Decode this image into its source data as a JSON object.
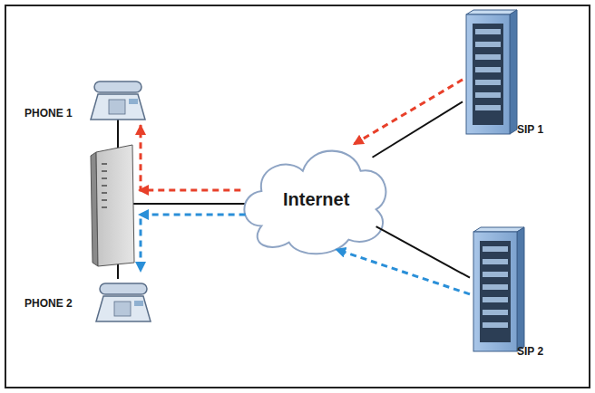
{
  "diagram": {
    "nodes": [
      {
        "text": [
          "PHONE 1"
        ]
      },
      {
        "text": [
          "SIP 1"
        ]
      },
      {
        "text": [
          "Internet"
        ]
      },
      {
        "text": [
          "PHONE 2"
        ]
      },
      {
        "text": [
          "SIP 2"
        ]
      }
    ],
    "edges": [
      {
        "from": 1,
        "to": 2,
        "arrow": "none"
      },
      {
        "from": 4,
        "to": 2,
        "arrow": "none"
      },
      {
        "from": 1,
        "to": 2,
        "arrow": "to"
      },
      {
        "from": 4,
        "to": 2,
        "arrow": "to"
      },
      {
        "from": 2,
        "to": 0,
        "arrow": "to"
      },
      {
        "from": 2,
        "to": 3,
        "arrow": "to"
      }
    ]
  }
}
